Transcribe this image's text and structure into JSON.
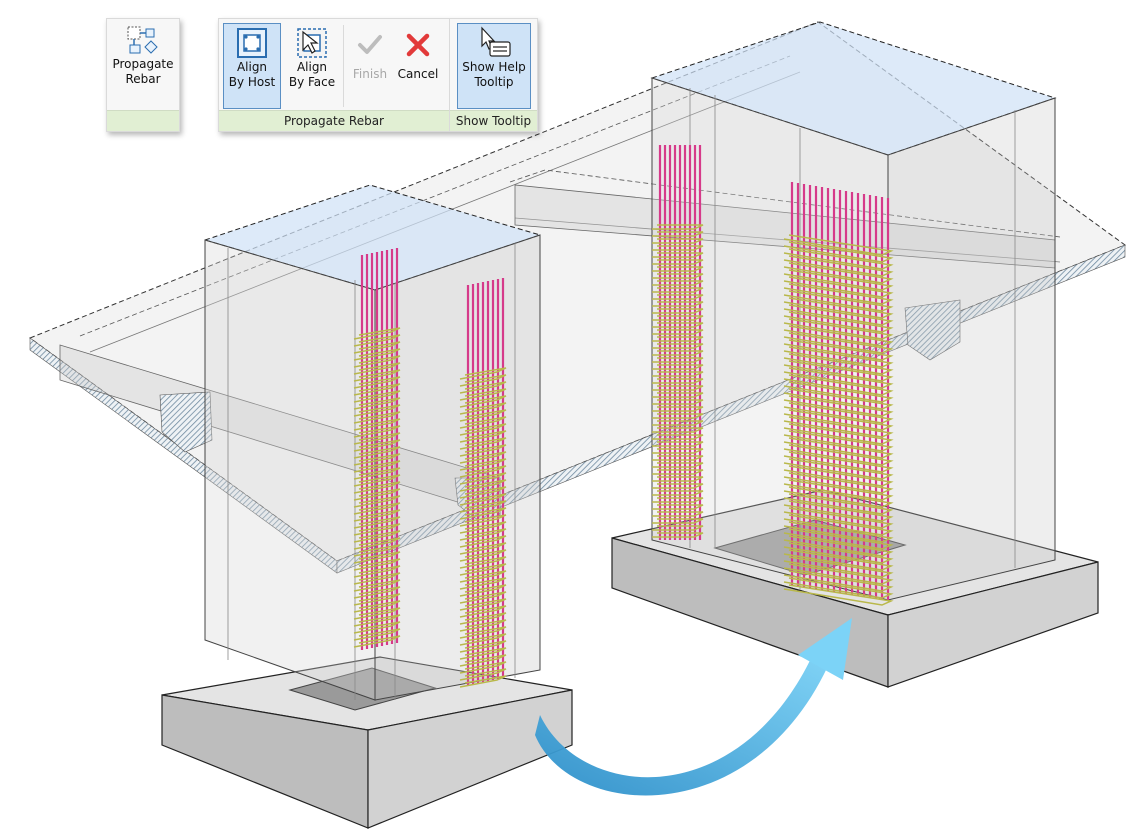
{
  "ribbon": {
    "propagate_panel": {
      "button": {
        "line1": "Propagate",
        "line2": "Rebar",
        "icon": "propagate-rebar-icon"
      }
    },
    "options_panel": {
      "align_by_host": {
        "line1": "Align",
        "line2": "By Host",
        "icon": "align-by-host-icon",
        "active": true
      },
      "align_by_face": {
        "line1": "Align",
        "line2": "By Face",
        "icon": "align-by-face-icon"
      },
      "finish": {
        "label": "Finish",
        "icon": "checkmark-icon",
        "disabled": true
      },
      "cancel": {
        "label": "Cancel",
        "icon": "cancel-x-icon"
      },
      "show_help": {
        "line1": "Show Help",
        "line2": "Tooltip",
        "icon": "help-tooltip-icon",
        "active": true
      },
      "group_label": "Propagate Rebar",
      "tooltip_group_label": "Show Tooltip"
    }
  },
  "colors": {
    "rebar_vertical": "#d63a8a",
    "rebar_stirrup": "#b9b84a",
    "arrow": "#3aa0d8",
    "section_hatch": "#6f8aa0",
    "highlight_face": "#cfe1f6"
  }
}
